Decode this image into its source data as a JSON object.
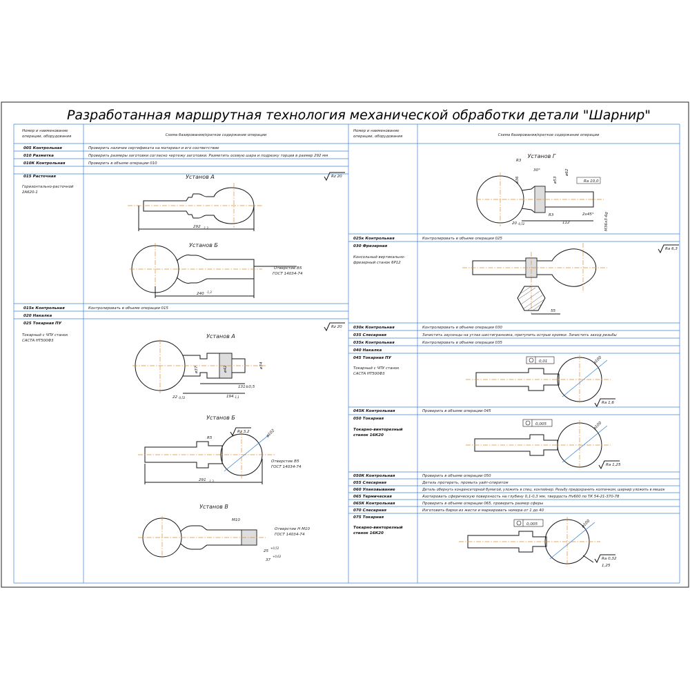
{
  "title": "Разработанная маршрутная технология механической обработки детали \"Шарнир\"",
  "columns": {
    "left_op_header": [
      "Номер и наименование",
      "операции, оборудования"
    ],
    "left_content_header": "Схема базирования/краткое содержание операции",
    "right_op_header": [
      "Номер и наименование",
      "операции, оборудования"
    ],
    "right_content_header": "Схема базирования/краткое содержание операции"
  },
  "left_rows": [
    {
      "op": "005 Контрольная",
      "text": "Проверить наличие сертификата на материал и его соответствие"
    },
    {
      "op": "010 Разметка",
      "text": "Проверить размеры заготовки согласно чертежу заготовки. Разметить осевую шара и подрезку торцев в размер 292 мм"
    },
    {
      "op": "010К Контрольная",
      "text": "Проверить в объеме операции 010"
    },
    {
      "op": "015 Расточная",
      "equip": [
        "Горизонтально-расточной",
        "2А620-1"
      ]
    },
    {
      "op": "015к Контрольная",
      "text": "Контролировать в объеме операции 015"
    },
    {
      "op": "020 Накалка"
    },
    {
      "op": "025 Токарная ПУ",
      "equip": [
        "Токарный с ЧПУ станок",
        "САСТА НТ500Ф3"
      ]
    }
  ],
  "right_rows": [
    {
      "op": "025к Контрольная",
      "text": "Контролировать в объеме операции 025"
    },
    {
      "op": "030 Фрезерная",
      "equip": [
        "Консольный вертикально-",
        "фрезерный станок 6Р12"
      ]
    },
    {
      "op": "030к Контрольная",
      "text": "Контролировать в объеме операции 030"
    },
    {
      "op": "035 Слесарная",
      "text": "Зачистить заусенцы на углах шестигранника, притупить острые кромки. Зачистить заход резьбы"
    },
    {
      "op": "035к Контрольная",
      "text": "Контролировать в объеме операции 035"
    },
    {
      "op": "040 Накалка"
    },
    {
      "op": "045 Токарная ПУ",
      "equip": [
        "Токарный с ЧПУ станок",
        "САСТА НТ500Ф3"
      ]
    },
    {
      "op": "045К Контрольная",
      "text": "Проверить в объеме операции 045"
    },
    {
      "op": "050 Токарная",
      "equip": [
        "Токарно-винторезный",
        "станок 16К20"
      ]
    },
    {
      "op": "050К Контрольная",
      "text": "Проверить в объеме операции 050"
    },
    {
      "op": "055 Слесарная",
      "text": "Деталь протереть, промыть уайт-спиритом"
    },
    {
      "op": "060 Упаковывание",
      "text": "Деталь обернуть конденсаторной бумагой, уложить в спец. контейнер. Резьбу предохранить колпачком, шарнир уложить в мешок"
    },
    {
      "op": "065 Термическая",
      "text": "Азотировать сферическую поверхность на глубину 0,1-0,3 мм, твердость Hv600 по ТК 54-21-370-78"
    },
    {
      "op": "065К Контрольная",
      "text": "Проверить в объеме операции 065, проверить размер сферы"
    },
    {
      "op": "070 Слесарная",
      "text": "Изготовить бирки из жести и маркировать номера от 1 до 40"
    },
    {
      "op": "075 Токарная",
      "equip": [
        "Токарно-винторезный",
        "станок 16К20"
      ]
    }
  ],
  "captions": {
    "ustA1": "Установ А",
    "ustB1": "Установ Б",
    "ustA2": "Установ А",
    "ustB2": "Установ Б",
    "ustV2": "Установ В",
    "ustG": "Установ Г"
  },
  "dims": {
    "d292": "292",
    "d292tol": "-1,3",
    "d240": "240",
    "d240tol": "-1,3",
    "otvB5": "Отверстие В5",
    "gostB5": "ГОСТ 14034-74",
    "rz20a": "Rz 20",
    "rz20b": "Rz 20",
    "d22": "22",
    "d22tol": "-0,52",
    "d194": "194",
    "d194tol": "-1,1",
    "d131": "131±0,5",
    "phi37": "ø37",
    "phi42": "ø42",
    "phi34": "ø34",
    "r5": "R5",
    "rz32": "Rz 3,2",
    "phi100a": "ø102",
    "otvB5b": "Отверстие В5",
    "gostB5b": "ГОСТ 14034-74",
    "d291": "291",
    "d291tol": "-1,3",
    "m10": "M10",
    "otvH": "Отверстие Н М10",
    "gostH": "ГОСТ 14034-74",
    "d25": "25",
    "d25tol": "+0,52",
    "d37": "37",
    "d37tol": "+0,62",
    "r3a": "R3",
    "r3b": "R3",
    "phi36": "ø36",
    "d30": "30°",
    "phi53": "ø53",
    "phi62": "ø62",
    "ra10": "Ra 10,0",
    "d2x45": "2x45°",
    "m36": "M36x3-6g",
    "d20": "20",
    "d20tol": "-0,52",
    "d112": "112",
    "ra63": "Ra 6,3",
    "d55": "55",
    "tol01": "0,01",
    "phi100b": "ø100",
    "ra16": "Ra 1,6",
    "tol005a": "0,005",
    "phi100c": "ø100",
    "ra125a": "Ra 1,25",
    "tol005b": "0,005",
    "phi100d": "ø100",
    "ra032": "Ra 0,32",
    "v125": "1,25"
  }
}
